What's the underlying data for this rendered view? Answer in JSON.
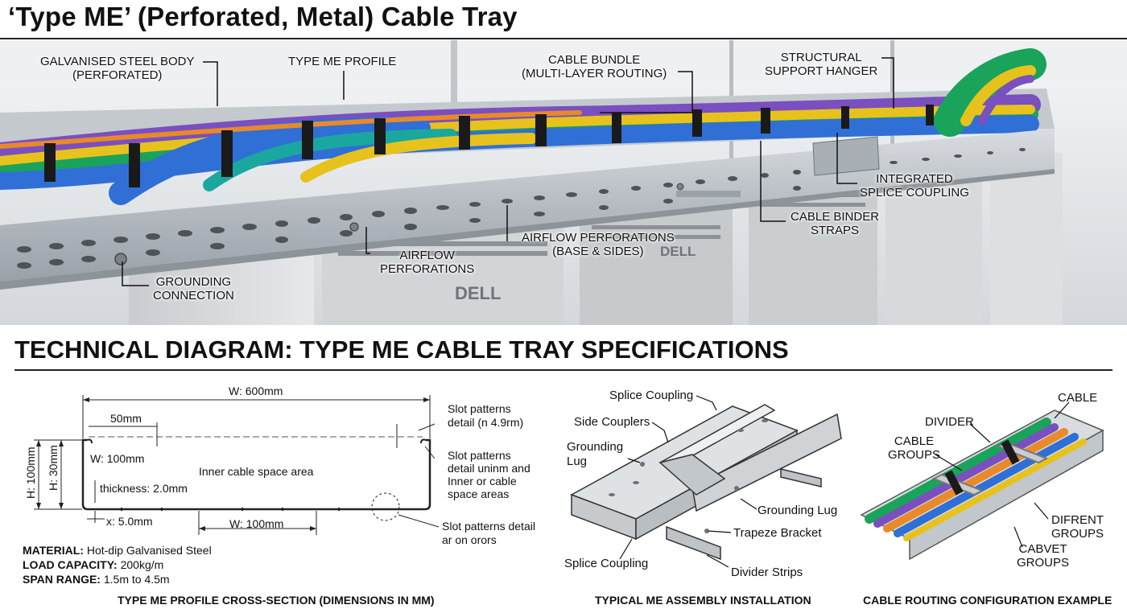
{
  "title": "‘Type ME’ (Perforated, Metal) Cable Tray",
  "photo": {
    "callouts": {
      "galvanised": [
        "GALVANISED STEEL BODY",
        "(PERFORATED)"
      ],
      "profile": [
        "TYPE ME PROFILE"
      ],
      "bundle": [
        "CABLE BUNDLE",
        "(MULTI-LAYER ROUTING)"
      ],
      "hanger": [
        "STRUCTURAL",
        "SUPPORT HANGER"
      ],
      "splice": [
        "INTEGRATED",
        "SPLICE COUPLING"
      ],
      "binder": [
        "CABLE BINDER",
        "STRAPS"
      ],
      "airflow_base": [
        "AIRFLOW PERFORATIONS",
        "(BASE & SIDES)"
      ],
      "airflow": [
        "AIRFLOW",
        "PERFORATIONS"
      ],
      "grounding": [
        "GROUNDING",
        "CONNECTION"
      ]
    },
    "server_brand": "DELL",
    "colors": {
      "blue": "#2f6fd6",
      "green": "#1aa35a",
      "yellow": "#e8c21c",
      "purple": "#7a4fc0",
      "orange": "#e98a2a",
      "teal": "#1aa7a0"
    }
  },
  "technical": {
    "heading": "TECHNICAL DIAGRAM: TYPE ME CABLE TRAY SPECIFICATIONS",
    "cross_section": {
      "width_total": "W: 600mm",
      "lip_50": "50mm",
      "height": "H: 100mm",
      "height_30": "H: 30mm",
      "width_100_top": "W: 100mm",
      "inner_space": "Inner cable space area",
      "thickness": "thickness: 2.0mm",
      "x_dim": "x: 5.0mm",
      "width_100_bottom": "W: 100mm",
      "note_1": [
        "Slot patterns",
        "detail (n 4.9rm)"
      ],
      "note_2": [
        "Slot patterns",
        "detail uninm and",
        "Inner or cable",
        "space areas"
      ],
      "note_3": [
        "Slot patterns detail",
        "ar on orors"
      ],
      "specs": [
        {
          "label": "MATERIAL:",
          "value": "Hot-dip Galvanised Steel"
        },
        {
          "label": "LOAD CAPACITY:",
          "value": "200kg/m"
        },
        {
          "label": "SPAN RANGE:",
          "value": "1.5m to 4.5m"
        }
      ],
      "caption": "TYPE ME PROFILE CROSS-SECTION (DIMENSIONS IN MM)"
    },
    "assembly": {
      "labels": {
        "splice_top": "Splice Coupling",
        "side_couplers": "Side Couplers",
        "grounding_lug_left": [
          "Grounding",
          "Lug"
        ],
        "grounding_lug_right": "Grounding Lug",
        "trapeze": "Trapeze Bracket",
        "splice_bottom": "Splice Coupling",
        "divider_strips": "Divider Strips"
      },
      "caption": "TYPICAL ME ASSEMBLY INSTALLATION"
    },
    "routing": {
      "labels": {
        "cable": "CABLE",
        "divider": "DIVIDER",
        "cable_groups": [
          "CABLE",
          "GROUPS"
        ],
        "difrent_groups": [
          "DIFRENT",
          "GROUPS"
        ],
        "cabvet_groups": [
          "CABVET",
          "GROUPS"
        ]
      },
      "caption": "CABLE ROUTING CONFIGURATION EXAMPLE"
    }
  }
}
